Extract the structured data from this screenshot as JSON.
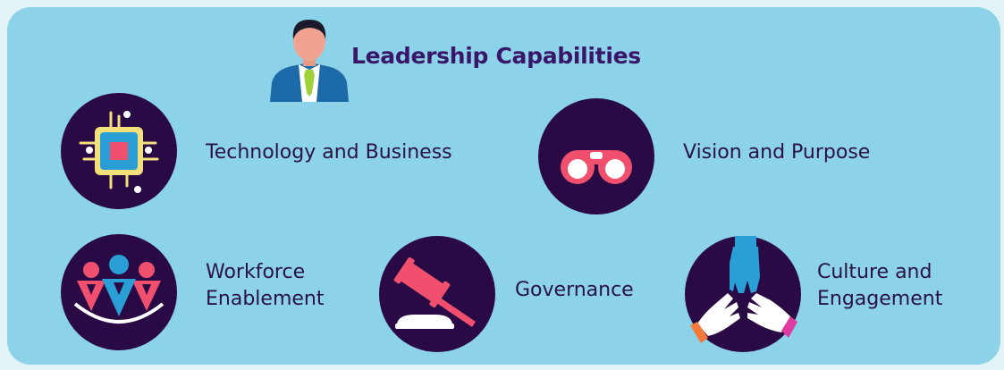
{
  "colors": {
    "page_background": "#e3f4f9",
    "panel_fill": "#8cd2e8",
    "badge_fill": "#2a0a45",
    "title_text": "#3a1669",
    "label_text": "#2a1343",
    "accent_red": "#f0506e",
    "accent_blue": "#2a9fd6",
    "accent_yellow": "#f4e07a",
    "accent_orange": "#f47a3a",
    "accent_magenta": "#e03aa0"
  },
  "header": {
    "icon": "businessman-icon",
    "title": "Leadership Capabilities"
  },
  "capabilities": [
    {
      "id": "technology",
      "icon": "microchip-icon",
      "label_lines": [
        "Technology and Business"
      ]
    },
    {
      "id": "vision",
      "icon": "binoculars-icon",
      "label_lines": [
        "Vision and Purpose"
      ]
    },
    {
      "id": "workforce",
      "icon": "team-people-icon",
      "label_lines": [
        "Workforce",
        "Enablement"
      ]
    },
    {
      "id": "governance",
      "icon": "gavel-icon",
      "label_lines": [
        "Governance"
      ]
    },
    {
      "id": "culture",
      "icon": "joined-hands-icon",
      "label_lines": [
        "Culture and",
        "Engagement"
      ]
    }
  ]
}
